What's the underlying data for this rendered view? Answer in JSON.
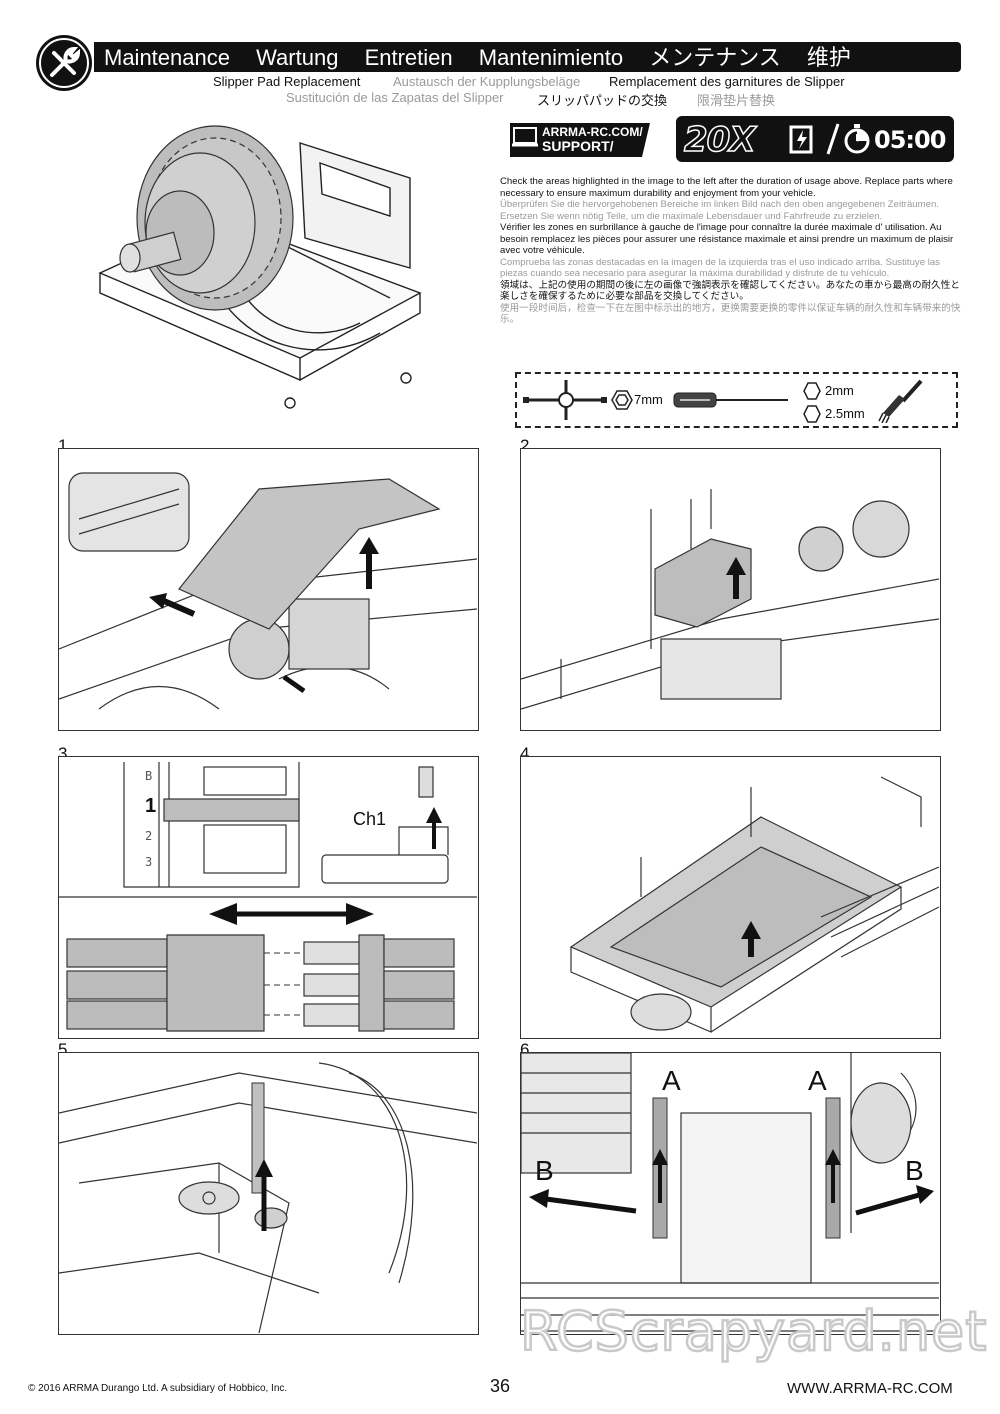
{
  "header": {
    "titles": [
      "Maintenance",
      "Wartung",
      "Entretien",
      "Mantenimiento",
      "メンテナンス",
      "维护"
    ],
    "subtitle_en": "Slipper Pad Replacement",
    "subtitle_de": "Austausch der Kupplungsbeläge",
    "subtitle_fr": "Remplacement des garnitures de Slipper",
    "subtitle_es": "Sustitución de las Zapatas del Slipper",
    "subtitle_ja": "スリッパパッドの交換",
    "subtitle_zh": "限滑垫片替换"
  },
  "support_badge": {
    "line1": "ARRMA-RC.COM/",
    "line2": "SUPPORT/"
  },
  "interval_badge": {
    "count": "20X",
    "time": "05:00"
  },
  "instructions": {
    "en": "Check the areas highlighted in the image to the left after the duration of usage above. Replace parts where necessary to ensure maximum durability and enjoyment from your vehicle.",
    "de": "Überprüfen Sie die hervorgehobenen Bereiche im linken Bild nach den oben angegebenen Zeiträumen. Ersetzen Sie wenn nötig Teile, um die maximale Lebensdauer und Fahrfreude zu erzielen.",
    "fr": "Vérifier les zones en surbrillance à gauche de l'image pour connaître la durée maximale d' utilisation. Au besoin remplacez les pièces pour assurer une résistance maximale et ainsi prendre un maximum de plaisir avec votre véhicule.",
    "es": "Comprueba las zonas destacadas en la imagen de la izquierda tras el uso indicado arriba. Sustituye las piezas cuando sea necesario para asegurar la máxima durabilidad y disfrute de tu vehículo.",
    "ja": "領域は、上記の使用の期間の後に左の画像で強調表示を確認してください。あなたの車から最高の耐久性と楽しさを確保するために必要な部品を交換してください。",
    "zh": "使用一段时间后，检查一下在左图中标示出的地方，更换需要更换的零件以保证车辆的耐久性和车辆带来的快乐。"
  },
  "tools": {
    "wrench_size": "7mm",
    "hex1": "2mm",
    "hex2": "2.5mm"
  },
  "steps": [
    {
      "number": "1"
    },
    {
      "number": "2"
    },
    {
      "number": "3",
      "channel_label": "Ch1",
      "slot_labels": [
        "B",
        "1",
        "2",
        "3"
      ]
    },
    {
      "number": "4"
    },
    {
      "number": "5"
    },
    {
      "number": "6",
      "label_a": "A",
      "label_b": "B"
    }
  ],
  "footer": {
    "copyright": "© 2016 ARRMA Durango Ltd. A subsidiary of Hobbico, Inc.",
    "page_number": "36",
    "website": "WWW.ARRMA-RC.COM"
  },
  "watermark": "RCScrapyard.net"
}
